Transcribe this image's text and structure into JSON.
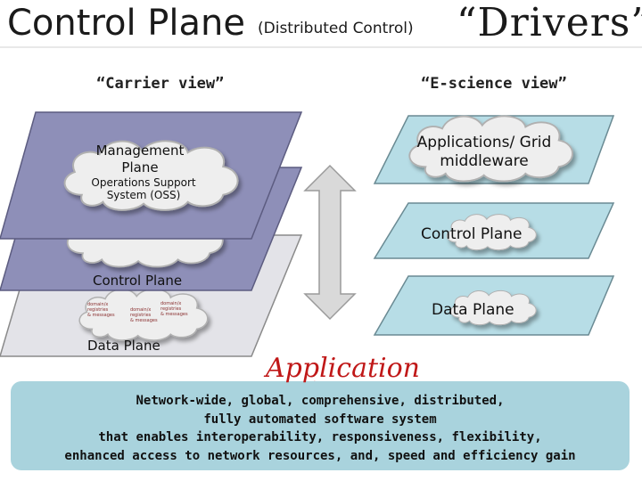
{
  "header": {
    "title_main": "Control Plane",
    "title_paren": "(Distributed Control)",
    "title_drivers": "“Drivers”"
  },
  "columns": {
    "carrier_view": "“Carrier view”",
    "escience_view": "“E-science view”"
  },
  "carrier_stack": {
    "management_plane": "Management Plane",
    "oss": "Operations Support System (OSS)",
    "control_plane": "Control Plane",
    "data_plane": "Data Plane",
    "node_text": [
      "domain/x",
      "registries",
      "& messages"
    ]
  },
  "escience_stack": {
    "apps": "Applications/ Grid middleware",
    "control_plane": "Control Plane",
    "data_plane": "Data Plane"
  },
  "application": {
    "label": "Application",
    "description": [
      "Network-wide, global, comprehensive, distributed,",
      "fully automated software system",
      "that enables interoperability, responsiveness, flexibility,",
      "enhanced access to network resources, and, speed and efficiency gain"
    ]
  },
  "colors": {
    "carrier_plane": "#8e8fb8",
    "data_plane_left": "#e3e3e8",
    "escience_plane": "#b7dde6",
    "cloud": "#eeeeee",
    "arrow": "#d9d9d9",
    "application_accent": "#c01818",
    "description_box": "#a9d3dd"
  }
}
